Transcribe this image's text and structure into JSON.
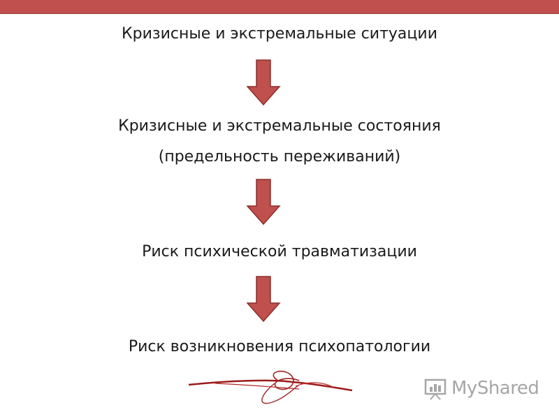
{
  "flow": {
    "steps": [
      {
        "text": "Кризисные и экстремальные ситуации"
      },
      {
        "text": "Кризисные и экстремальные состояния",
        "subtext": "(предельность переживаний)"
      },
      {
        "text": "Риск психической травматизации"
      },
      {
        "text": "Риск возникновения психопатологии"
      }
    ]
  },
  "colors": {
    "accent": "#c0504d",
    "arrow": "#c0504d",
    "arrow_stroke": "#8c2e2b"
  },
  "branding": {
    "logo_text": "MyShared",
    "logo_icon": "presentation-icon"
  }
}
